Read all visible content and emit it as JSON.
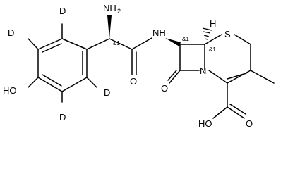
{
  "molecule": {
    "atoms": {
      "amine": "NH",
      "amine_h_count": "2",
      "amide_n": "N",
      "ring_s": "S",
      "ring_n": "N",
      "beta_lactam_o": "O",
      "amide_o": "O",
      "acid_oh": "HO",
      "acid_o": "O",
      "phenol_oh": "HO",
      "bridgehead_h": "H"
    },
    "deuterium": {
      "d1": "D",
      "d2": "D",
      "d3": "D",
      "d4": "D"
    },
    "stereo_labels": {
      "alpha_c": "&1",
      "c7": "&1",
      "c6": "&1"
    }
  }
}
